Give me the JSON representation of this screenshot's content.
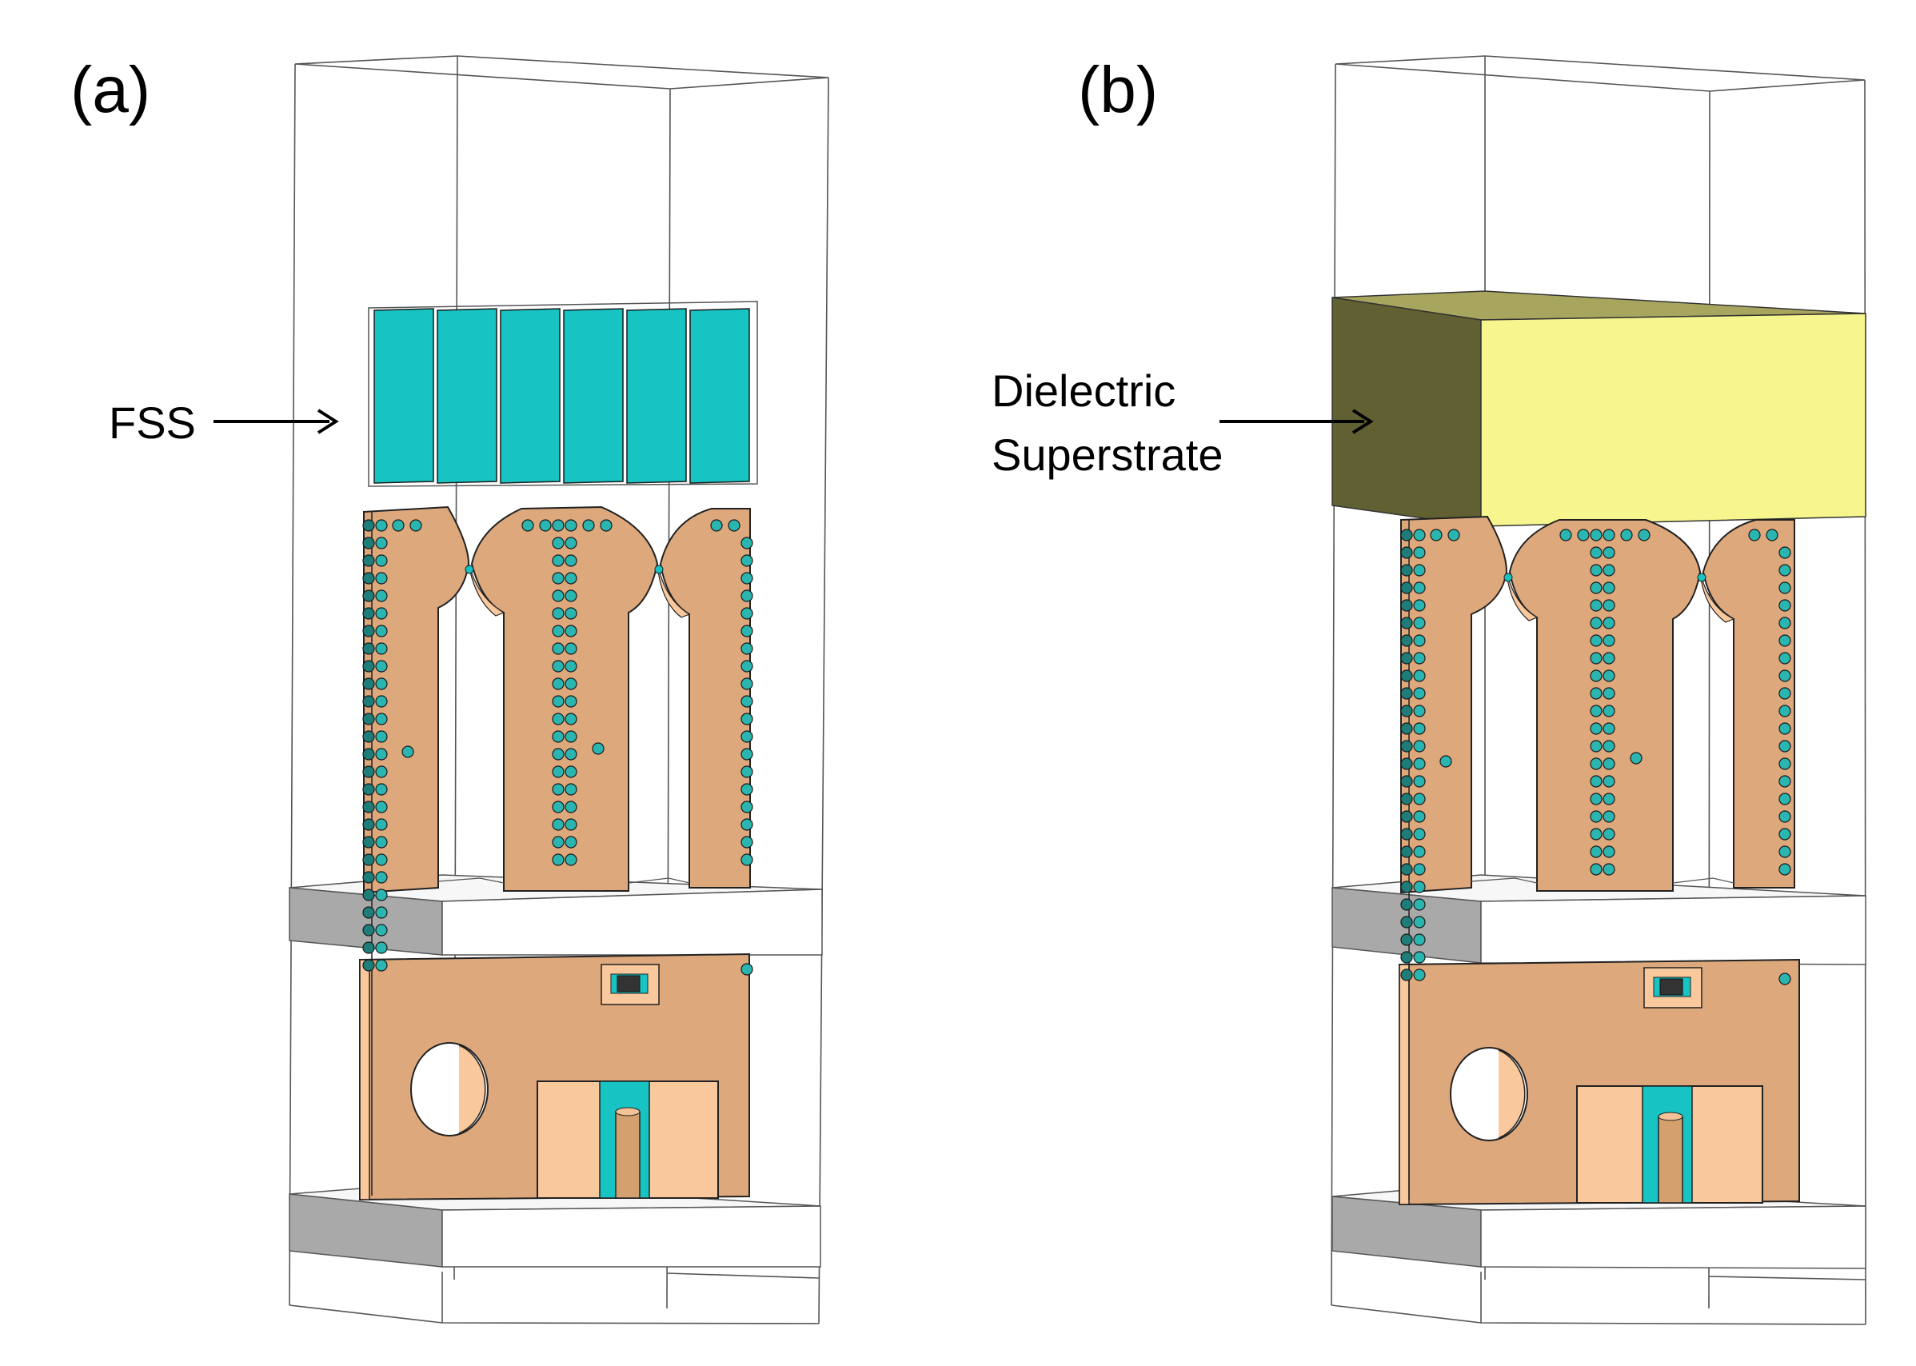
{
  "panels": [
    {
      "id": "a",
      "tag": "(a)",
      "annotation_lines": [
        "FSS"
      ]
    },
    {
      "id": "b",
      "tag": "(b)",
      "annotation_lines": [
        "Dielectric",
        "Superstrate"
      ]
    }
  ],
  "colors": {
    "copper": "#DDA87C",
    "copper_light": "#F9C89C",
    "copper_edge": "#B97F55",
    "teal": "#17C3C3",
    "via": "#2BB5B0",
    "gray_block": "#A9A9A9",
    "superstrate_front": "#F6F58E",
    "superstrate_side": "#606032",
    "superstrate_top": "#A8A65E",
    "frame": "#555555"
  }
}
